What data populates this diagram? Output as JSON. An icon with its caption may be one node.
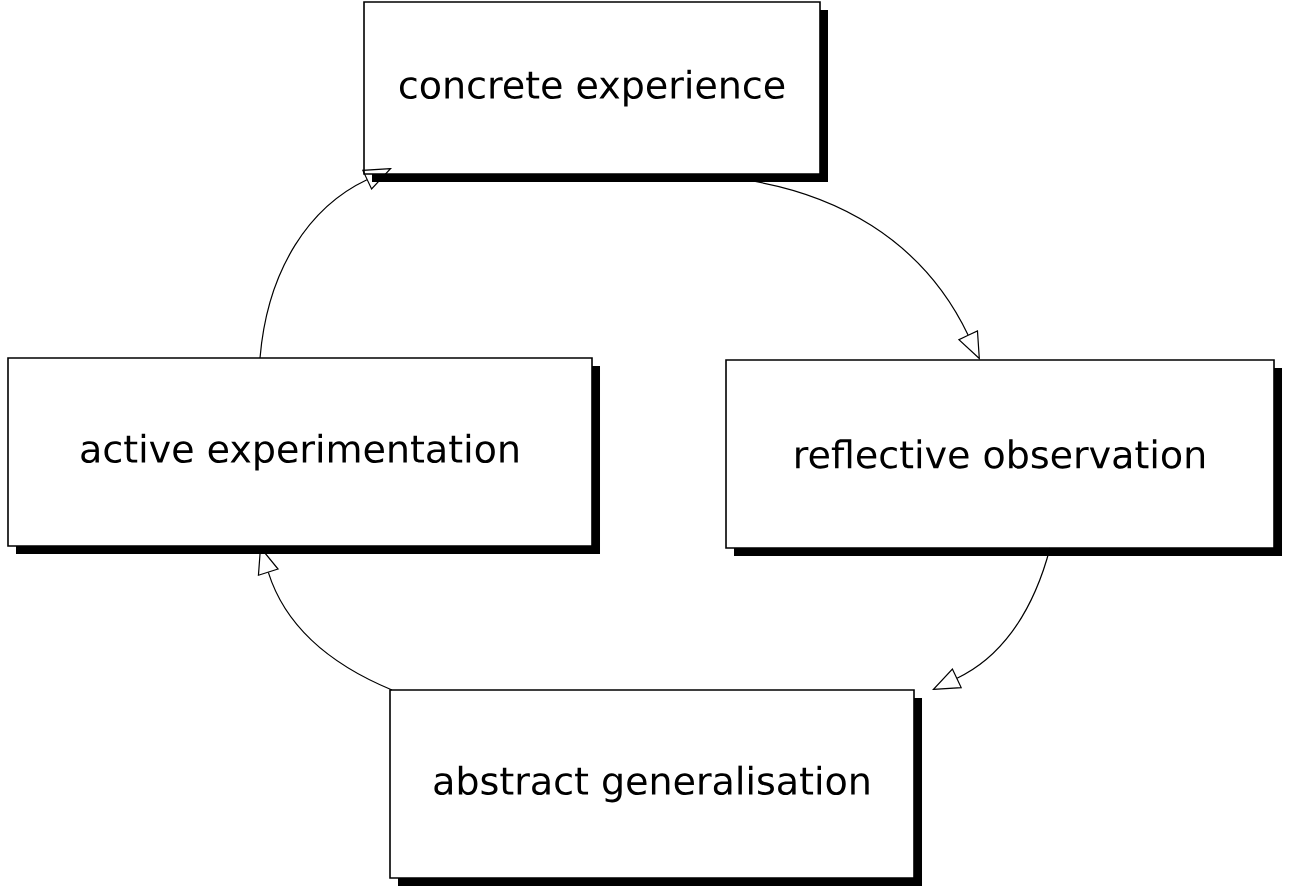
{
  "diagram": {
    "nodes": [
      {
        "text": [
          "concrete experience"
        ]
      },
      {
        "text": [
          "reflective observation"
        ]
      },
      {
        "text": [
          "abstract generalisation"
        ]
      },
      {
        "text": [
          "active experimentation"
        ]
      }
    ],
    "edges": [
      {
        "from": 0,
        "to": 1,
        "arrow": "to"
      },
      {
        "from": 1,
        "to": 2,
        "arrow": "to"
      },
      {
        "from": 2,
        "to": 3,
        "arrow": "to"
      },
      {
        "from": 3,
        "to": 0,
        "arrow": "to"
      }
    ]
  }
}
